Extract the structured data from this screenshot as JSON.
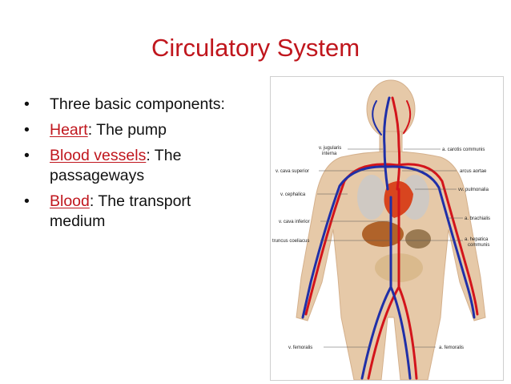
{
  "slide": {
    "title": "Circulatory System",
    "bullets": [
      {
        "text": "Three basic components:"
      },
      {
        "term": "Heart",
        "rest": ": The pump"
      },
      {
        "term": "Blood vessels",
        "rest": ": The passageways"
      },
      {
        "term": "Blood",
        "rest": ": The transport medium"
      }
    ]
  },
  "figure": {
    "labels_left": [
      "v. jugularis",
      "interna",
      "v. cava superior",
      "v. cephalica",
      "v. cava inferior",
      "truncus coeliacus",
      "v. femoralis"
    ],
    "labels_right": [
      "a. carotis communis",
      "arcus aortae",
      "vv. pulmonalia",
      "a. brachialis",
      "a. hepatica",
      "communis",
      "a. femoralis"
    ]
  },
  "colors": {
    "accent": "#c0161d",
    "artery": "#d3141b",
    "vein": "#1f2fa8",
    "skin": "#e6c9a8"
  }
}
